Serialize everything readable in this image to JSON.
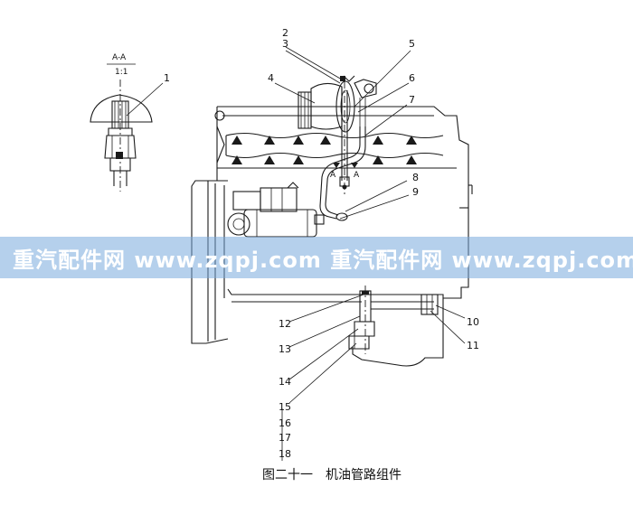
{
  "section_view": {
    "label": "A-A",
    "scale": "1:1"
  },
  "section_markers": [
    "A",
    "A"
  ],
  "callouts": [
    "1",
    "2",
    "3",
    "4",
    "5",
    "6",
    "7",
    "8",
    "9",
    "10",
    "11",
    "12",
    "13",
    "14",
    "15",
    "16",
    "17",
    "18"
  ],
  "caption": "图二十一　机油管路组件",
  "watermark": {
    "text": "重汽配件网  www.zqpj.com  重汽配件网  www.zqpj.com  重汽配件网",
    "color": "#78aadc"
  }
}
